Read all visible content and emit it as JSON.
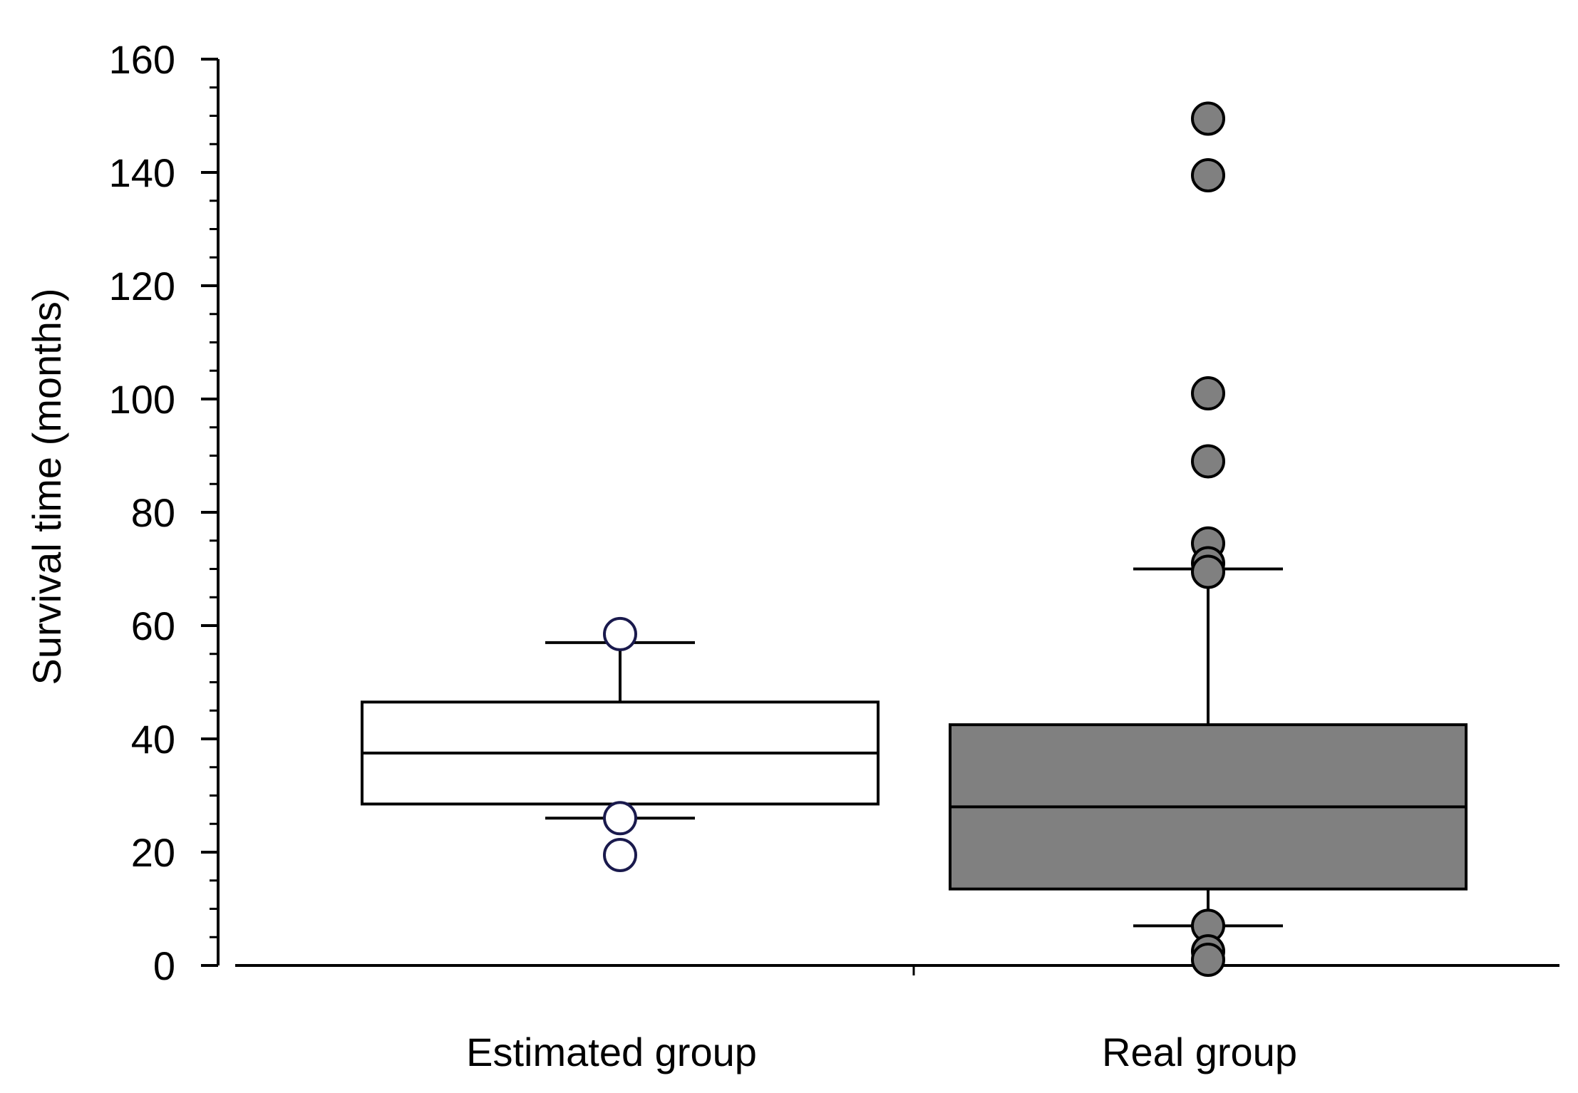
{
  "chart_data": {
    "type": "box",
    "title": "",
    "xlabel": "",
    "ylabel": "Survival time (months)",
    "ylim": [
      0,
      160
    ],
    "y_ticks": [
      0,
      20,
      40,
      60,
      80,
      100,
      120,
      140,
      160
    ],
    "y_minor_step": 5,
    "grid": false,
    "legend": "none",
    "categories": [
      "Estimated group",
      "Real group"
    ],
    "series": [
      {
        "category": "Estimated group",
        "fill": "#ffffff",
        "whisker_low": 26,
        "q1": 28.5,
        "median": 37.5,
        "q3": 46.5,
        "whisker_high": 57,
        "outliers": [
          58.5,
          26,
          19.5
        ]
      },
      {
        "category": "Real group",
        "fill": "#808080",
        "whisker_low": 7,
        "q1": 13.5,
        "median": 28,
        "q3": 42.5,
        "whisker_high": 70,
        "outliers": [
          149.5,
          139.5,
          101,
          89,
          74.5,
          71,
          69.5,
          7,
          2.5,
          1
        ]
      }
    ],
    "colors": {
      "axis": "#000000",
      "estimated_fill": "#ffffff",
      "real_fill": "#808080",
      "outlier_stroke_estimated": "#1a1a4d"
    }
  }
}
